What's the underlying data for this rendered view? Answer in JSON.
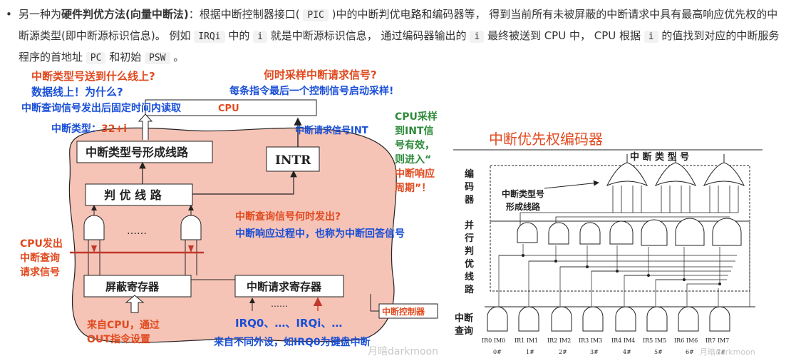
{
  "paragraph": {
    "bullet": "•",
    "intro": "另一种为",
    "bold": "硬件判优方法(向量中断法)",
    "t1": "：根据中断控制器接口(",
    "code_pic": "PIC",
    "t2": ")中的中断判优电路和编码器等， 得到当前所有未被屏蔽的中断请求中具有最高响应优先权的中断源类型(即中断源标识信息)。 例如",
    "code_irqi": "IRQi",
    "t3": "中的",
    "code_i1": "i",
    "t4": "就是中断源标识信息， 通过编码器输出的",
    "code_i2": "i",
    "t5": "最终被送到 CPU 中， CPU 根据",
    "code_i3": "i",
    "t6": "的值找到对应的中断服务程序的首地址",
    "code_pc": "PC",
    "t7": "和初始",
    "code_psw": "PSW",
    "t8": "。"
  },
  "left_fig": {
    "q_type_line": "中断类型号送到什么线上?",
    "a_data_line": "数据线上！为什么?",
    "a_read_fixed": "中断查询信号发出后固定时间内读取",
    "q_sample": "何时采样中断请求信号?",
    "a_sample": "每条指令最后一个控制信号启动采样!",
    "cpu_label": "CPU",
    "type_label": "中断类型：",
    "type_value": "32+i",
    "int_signal_label": "中断请求信号INT",
    "cpu_sample": [
      "CPU采样",
      "到INT信",
      "号有效，",
      "则进入“"
    ],
    "cpu_cycle": [
      "中断响应",
      "周期”！"
    ],
    "box_type_former": "中断类型号形成线路",
    "box_intr": "INTR",
    "box_priority": "判 优 线 路",
    "dots_gates": "……",
    "q_query": "中断查询信号何时发出?",
    "a_query": "中断响应过程中，也称为中断回答信号",
    "cpu_issue": [
      "CPU发出",
      "中断查询",
      "请求信号"
    ],
    "box_mask": "屏蔽寄存器",
    "box_request": "中断请求寄存器",
    "dots_irq": "……",
    "irq_inputs": "IRQ0、…、IRQi、…",
    "from_cpu": [
      "来自CPU，通过",
      "OUT指令设置"
    ],
    "from_devices": "来自不同外设，如IRQ0为键盘中断",
    "controller_label": "中断控制器"
  },
  "right_fig": {
    "title": "中断优先权编码器",
    "type_header": "中 断 类 型 号",
    "encoder_label": [
      "编",
      "码",
      "器"
    ],
    "former_label": [
      "中断类型号",
      "形成线路"
    ],
    "parallel_label": [
      "并",
      "行",
      "判",
      "优",
      "线",
      "路"
    ],
    "query_label": [
      "中断",
      "查询"
    ],
    "inputs": [
      "IR0 IM0",
      "IR1 IM1",
      "IR2 IM2",
      "IR3 IM3",
      "IR4 IM4",
      "IR5 IM5",
      "IR6 IM6",
      "IR7 IM7"
    ],
    "numbers": [
      "0#",
      "1#",
      "2#",
      "3#",
      "4#",
      "5#",
      "6#",
      "7#"
    ]
  },
  "watermarks": {
    "w1": "月暗darkmoon",
    "w2": "月暗darkmoon"
  },
  "colors": {
    "red": "#e04a1f",
    "blue": "#1a4fd6",
    "green": "#2e8b3a",
    "blob_fill": "#f6c4b7"
  }
}
